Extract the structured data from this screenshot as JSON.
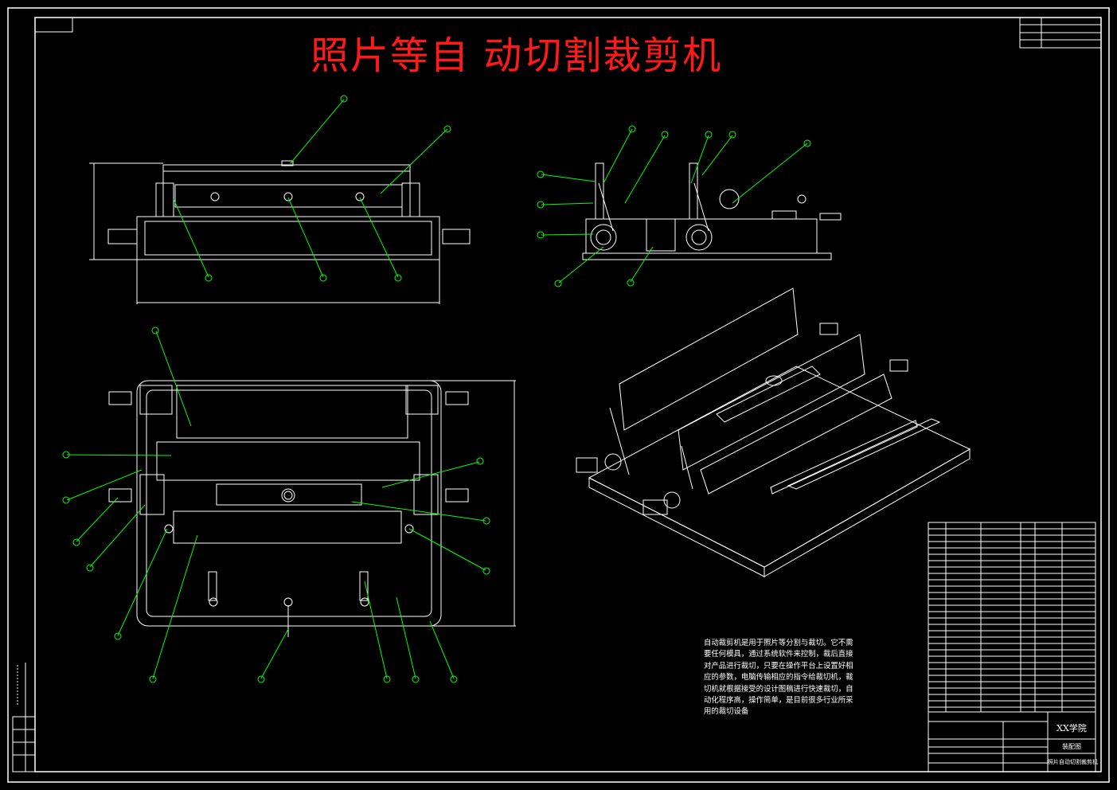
{
  "drawing": {
    "title": "照片等自 动切割裁剪机",
    "note": "自动裁剪机是用于照片等分割与裁切。它不需要任何模具，通过系统软件来控制，裁后直接对产品进行裁切，只要在操作平台上设置好相应的参数，电脑传输相应的指令给裁切机，裁切机就根据接受的设计图稿进行快速裁切，自动化程序高，操作简单，是目前很多行业所采用的裁切设备",
    "school": "XX学院",
    "drawing_type": "装配图",
    "drawing_name": "照片自动切割裁剪机"
  },
  "colors": {
    "background": "#000000",
    "lines": "#ffffff",
    "leaders": "#00ff00",
    "title": "#ff1a1a"
  }
}
